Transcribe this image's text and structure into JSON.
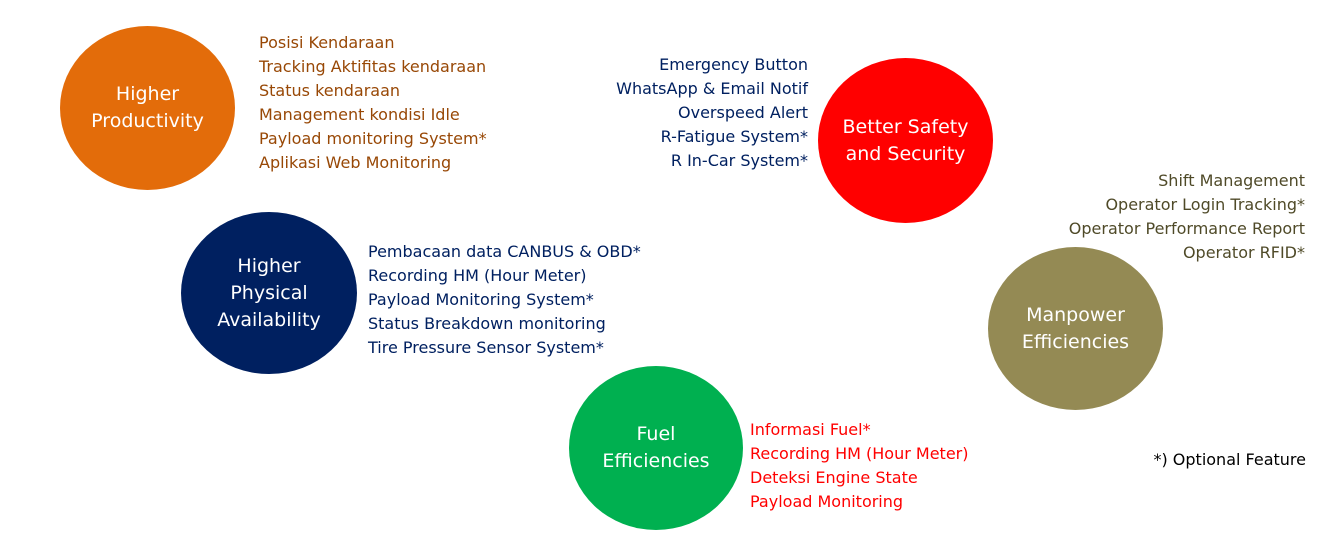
{
  "colors": {
    "productivity": "#e36c0a",
    "availability": "#002060",
    "safety": "#ff0000",
    "manpower": "#948a54",
    "fuel": "#00b050",
    "productivity_text": "#984806",
    "availability_text": "#002060",
    "safety_text": "#002060",
    "manpower_text": "#4f4a28",
    "fuel_text": "#ff0000"
  },
  "productivity": {
    "title": [
      "Higher",
      "Productivity"
    ],
    "items": [
      "Posisi Kendaraan",
      "Tracking Aktifitas kendaraan",
      "Status kendaraan",
      "Management kondisi Idle",
      "Payload monitoring System*",
      "Aplikasi Web Monitoring"
    ]
  },
  "availability": {
    "title": [
      "Higher",
      "Physical",
      "Availability"
    ],
    "items": [
      "Pembacaan data CANBUS & OBD*",
      "Recording HM (Hour Meter)",
      "Payload Monitoring System*",
      "Status Breakdown monitoring",
      "Tire Pressure Sensor System*"
    ]
  },
  "safety": {
    "title": [
      "Better Safety",
      "and Security"
    ],
    "items": [
      "Emergency Button",
      "WhatsApp & Email Notif",
      "Overspeed Alert",
      "R-Fatigue System*",
      "R In-Car System*"
    ]
  },
  "manpower": {
    "title": [
      "Manpower",
      "Efficiencies"
    ],
    "items": [
      "Shift Management",
      "Operator Login Tracking*",
      "Operator Performance Report",
      "Operator RFID*"
    ]
  },
  "fuel": {
    "title": [
      "Fuel",
      "Efficiencies"
    ],
    "items": [
      "Informasi Fuel*",
      "Recording HM (Hour Meter)",
      "Deteksi Engine State",
      "Payload Monitoring"
    ]
  },
  "note": "*) Optional Feature"
}
